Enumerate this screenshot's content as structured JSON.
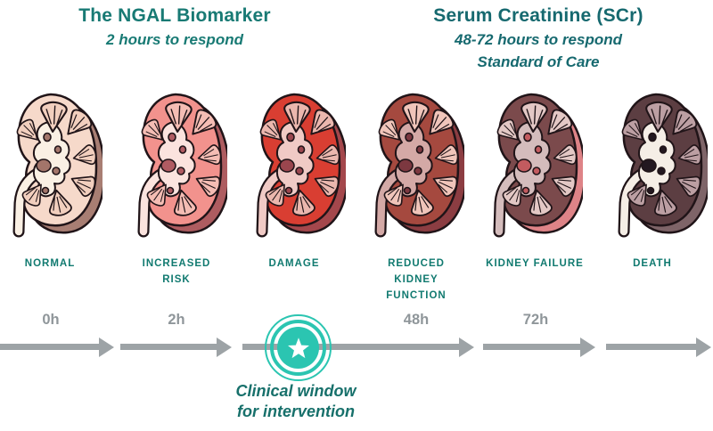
{
  "theme": {
    "background": "#ffffff",
    "teal_title": "#187A74",
    "teal_title_right": "#16696F",
    "teal_label": "#117A70",
    "teal_caption": "#17706B",
    "arrow_gray": "#9DA3A6",
    "hour_gray": "#8F969A",
    "badge_teal": "#2BC5B1",
    "star_white": "#FFFFFF",
    "outline_dark": "#201418"
  },
  "header_left": {
    "title": "The NGAL Biomarker",
    "subtitle": "2 hours to respond"
  },
  "header_right": {
    "title": "Serum Creatinine (SCr)",
    "subtitle1": "48-72 hours to respond",
    "subtitle2": "Standard of Care"
  },
  "stages": [
    {
      "label": "NORMAL",
      "colors": {
        "body": "#F6D9CA",
        "back": "#A87E73",
        "pelvis": "#FAF0E4",
        "pyr": "#F2CFBE",
        "blob": "#A3756A"
      }
    },
    {
      "label": "INCREASED RISK",
      "colors": {
        "body": "#F2928D",
        "back": "#AE5C60",
        "pelvis": "#FBE3DE",
        "pyr": "#F5BDB4",
        "blob": "#B05B62"
      }
    },
    {
      "label": "DAMAGE",
      "colors": {
        "body": "#D93E32",
        "back": "#A4474C",
        "pelvis": "#F0CAC5",
        "pyr": "#EBB7AE",
        "blob": "#9A464E"
      }
    },
    {
      "label": "REDUCED KIDNEY FUNCTION",
      "colors": {
        "body": "#A5493F",
        "back": "#8C3D42",
        "pelvis": "#D4A9A6",
        "pyr": "#F0C5BA",
        "blob": "#7C3840"
      }
    },
    {
      "label": "KIDNEY FAILURE",
      "colors": {
        "body": "#7B4A4C",
        "back": "#DE8387",
        "pelvis": "#D4BCBC",
        "pyr": "#E3C8C5",
        "blob": "#C25B5F"
      }
    },
    {
      "label": "DEATH",
      "colors": {
        "body": "#5C3E42",
        "back": "#7E6468",
        "pelvis": "#F5EEE6",
        "pyr": "#BC9FA3",
        "blob": "#231820"
      }
    }
  ],
  "timeline": {
    "arrows": [
      {
        "label": "0h"
      },
      {
        "label": "2h"
      },
      {
        "label": "48h"
      },
      {
        "label": "72h"
      },
      {
        "label": ""
      }
    ],
    "badge": {
      "icon": "star-icon",
      "caption_line1": "Clinical window",
      "caption_line2": "for intervention"
    }
  }
}
